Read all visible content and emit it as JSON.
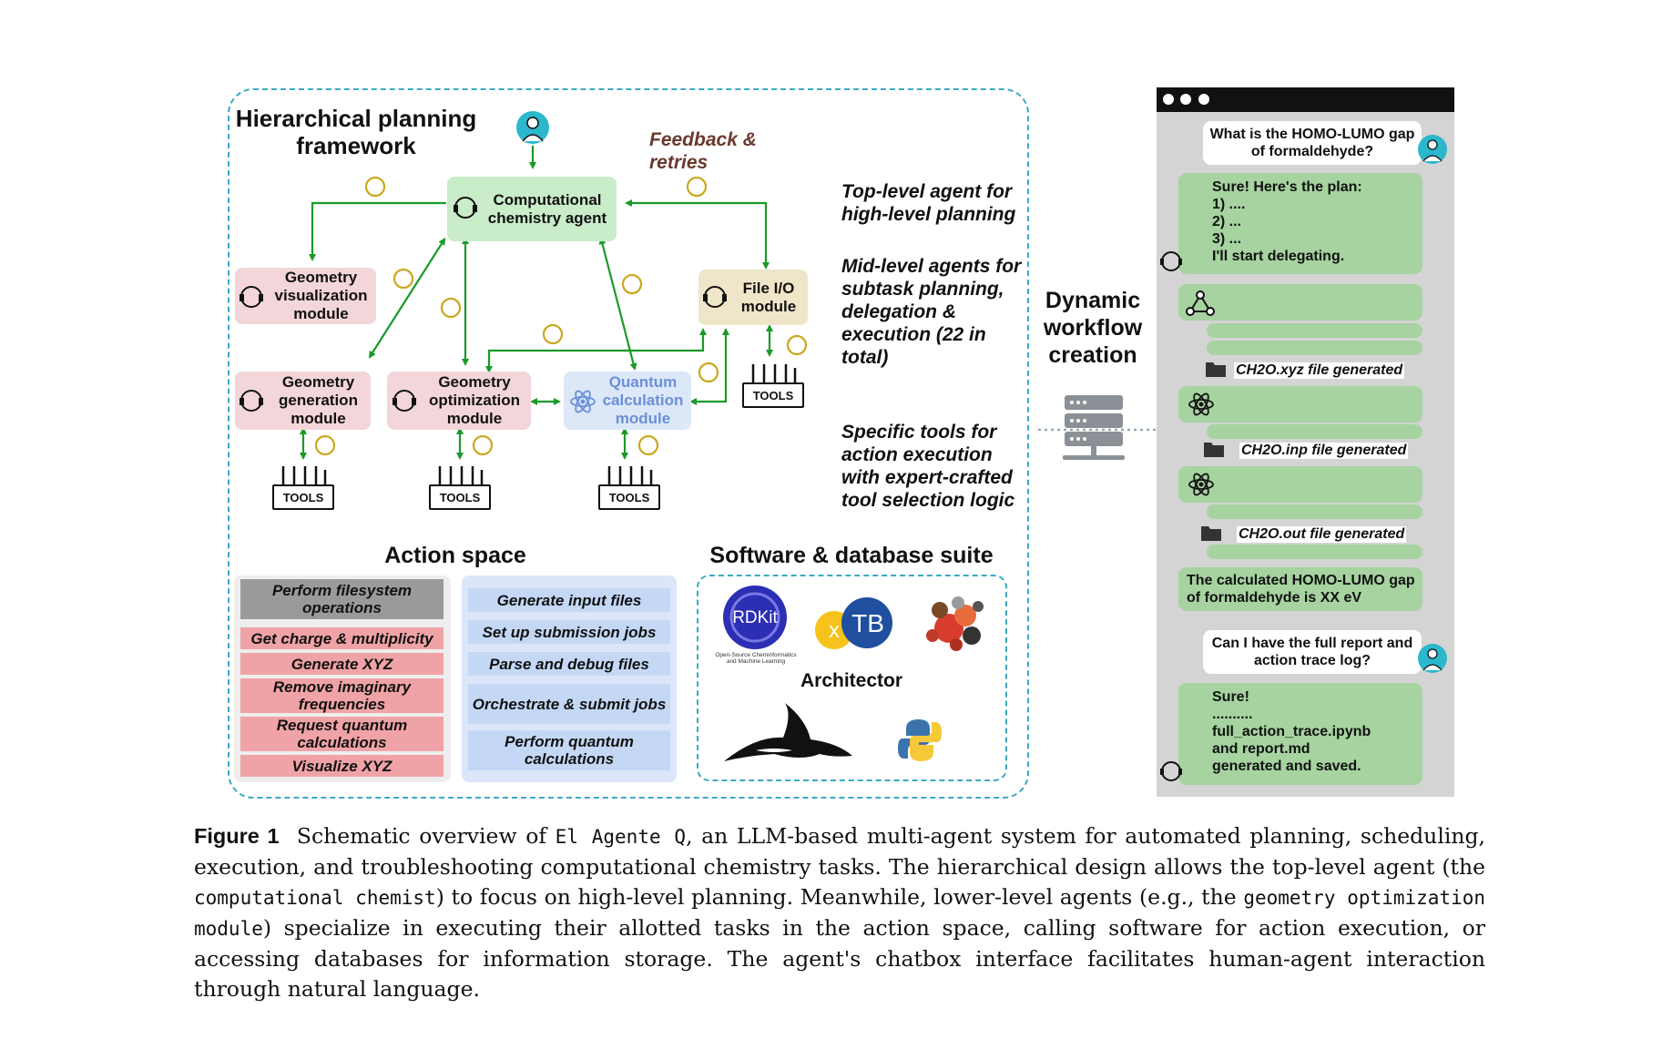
{
  "figure": {
    "framework_title": "Hierarchical planning framework",
    "feedback_label": "Feedback & retries",
    "agents": {
      "top": "Computational chemistry agent",
      "geom_vis": "Geometry visualization module",
      "geom_gen": "Geometry generation module",
      "geom_opt": "Geometry optimization module",
      "quantum": "Quantum calculation module",
      "file_io": "File I/O module"
    },
    "tools_label": "TOOLS",
    "notes": {
      "top_level": "Top-level agent for high-level planning",
      "mid_level": "Mid-level agents for subtask planning, delegation & execution (22 in total)",
      "tools": "Specific tools for action execution with expert-crafted tool selection logic"
    },
    "action_space": {
      "title": "Action space",
      "grey": "Perform filesystem operations",
      "red_items": [
        "Get charge & multiplicity",
        "Generate XYZ",
        "Remove imaginary frequencies",
        "Request quantum calculations",
        "Visualize XYZ"
      ],
      "blue_items": [
        "Generate input files",
        "Set up submission jobs",
        "Parse and debug files",
        "Orchestrate & submit jobs",
        "Perform quantum calculations"
      ]
    },
    "suite": {
      "title": "Software & database suite",
      "rdkit": "RDKit",
      "rdkit_sub": "Open-Source Cheminformatics and Machine Learning",
      "xtb_x": "x",
      "xtb_tb": "TB",
      "architector": "Architector"
    },
    "dynamic_label": "Dynamic workflow creation",
    "chat": {
      "q1": "What is the HOMO-LUMO gap of formaldehyde?",
      "plan": [
        "Sure! Here's the plan:",
        "1) ....",
        "2) ...",
        "3) ...",
        "I'll start delegating."
      ],
      "files": [
        "CH2O.xyz file generated",
        "CH2O.inp file generated",
        "CH2O.out file generated"
      ],
      "answer": "The calculated HOMO-LUMO gap of formaldehyde is XX eV",
      "q2": "Can I have the full report and action trace log?",
      "final": [
        "Sure!",
        "..........",
        "full_action_trace.ipynb",
        "and report.md",
        "generated and saved."
      ]
    }
  },
  "caption": {
    "label": "Figure 1",
    "t1": "Schematic overview of ",
    "m1": "El Agente Q",
    "t2": ", an LLM-based multi-agent system for automated planning, scheduling, execution, and troubleshooting computational chemistry tasks. The hierarchical design allows the top-level agent (the ",
    "m2": "computational chemist",
    "t3": ") to focus on high-level planning. Meanwhile, lower-level agents (e.g., the ",
    "m3": "geometry optimization module",
    "t4": ") specialize in executing their allotted tasks in the action space, calling software for action execution, or accessing databases for information storage. The agent's chatbox interface facilitates human-agent interaction through natural language."
  }
}
